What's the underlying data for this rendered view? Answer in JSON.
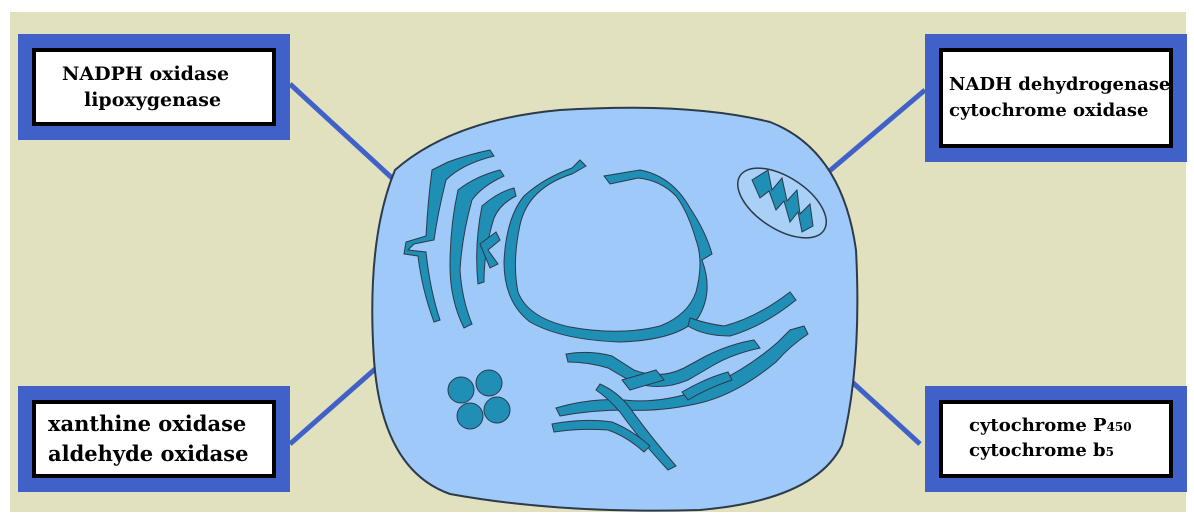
{
  "colors": {
    "background": "#e2e1bf",
    "cell": "#9ec9f8",
    "organelle": "#1f8fb5",
    "outline": "#2c3a4a",
    "connector": "#4062c8",
    "box_frame": "#4062c8"
  },
  "labels": {
    "top_left": {
      "line1": "NADPH oxidase",
      "line2": "lipoxygenase"
    },
    "top_right": {
      "line1": "NADH dehydrogenase",
      "line2": "cytochrome oxidase"
    },
    "bottom_left": {
      "line1": "xanthine oxidase",
      "line2": "aldehyde oxidase"
    },
    "bottom_right": {
      "line1_prefix": "cytochrome P",
      "line1_sub": "450",
      "line2_prefix": "cytochrome b",
      "line2_sub": "5"
    }
  }
}
